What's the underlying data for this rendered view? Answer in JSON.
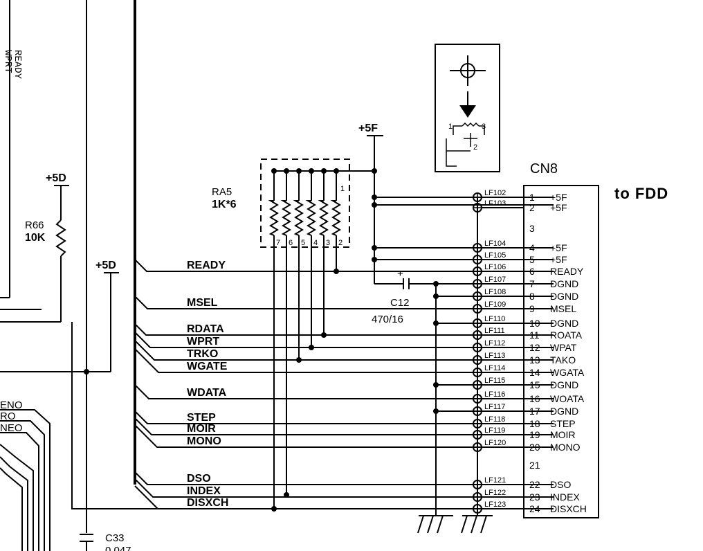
{
  "vertical_labels": {
    "wprt": "WPRT",
    "ready": "READY"
  },
  "power": {
    "p5d_1": "+5D",
    "p5d_2": "+5D",
    "p5f": "+5F"
  },
  "resistor_r66": {
    "ref": "R66",
    "value": "10K"
  },
  "resistor_array": {
    "ref": "RA5",
    "value": "1K*6",
    "pins": [
      "7",
      "6",
      "5",
      "4",
      "3",
      "2"
    ],
    "pin1": "1"
  },
  "capacitor_c12": {
    "ref": "C12",
    "value": "470/16"
  },
  "capacitor_c33": {
    "ref": "C33",
    "value": "0.047"
  },
  "connector": {
    "ref": "CN8",
    "target": "to FDD"
  },
  "signals": [
    {
      "name": "READY"
    },
    {
      "name": "MSEL"
    },
    {
      "name": "RDATA"
    },
    {
      "name": "WPRT"
    },
    {
      "name": "TRKO"
    },
    {
      "name": "WGATE"
    },
    {
      "name": "WDATA"
    },
    {
      "name": "STEP"
    },
    {
      "name": "MOIR"
    },
    {
      "name": "MONO"
    },
    {
      "name": "DSO"
    },
    {
      "name": "INDEX"
    },
    {
      "name": "DISXCH"
    }
  ],
  "left_fragments": [
    "ENO",
    "RO",
    "NEO"
  ],
  "filters": [
    "LF102",
    "LF103",
    "LF104",
    "LF105",
    "LF106",
    "LF107",
    "LF108",
    "LF109",
    "LF110",
    "LF111",
    "LF112",
    "LF113",
    "LF114",
    "LF115",
    "LF116",
    "LF117",
    "LF118",
    "LF119",
    "LF120",
    "LF121",
    "LF122",
    "LF123"
  ],
  "pins": [
    {
      "num": "1",
      "name": "+5F"
    },
    {
      "num": "2",
      "name": "+5F"
    },
    {
      "num": "3",
      "name": ""
    },
    {
      "num": "4",
      "name": "+5F"
    },
    {
      "num": "5",
      "name": "+5F"
    },
    {
      "num": "6",
      "name": "READY"
    },
    {
      "num": "7",
      "name": "DGND"
    },
    {
      "num": "8",
      "name": "DGND"
    },
    {
      "num": "9",
      "name": "MSEL"
    },
    {
      "num": "10",
      "name": "DGND"
    },
    {
      "num": "11",
      "name": "ROATA"
    },
    {
      "num": "12",
      "name": "WPAT"
    },
    {
      "num": "13",
      "name": "TAKO"
    },
    {
      "num": "14",
      "name": "WGATA"
    },
    {
      "num": "15",
      "name": "DGND"
    },
    {
      "num": "16",
      "name": "WOATA"
    },
    {
      "num": "17",
      "name": "DGND"
    },
    {
      "num": "18",
      "name": "STEP"
    },
    {
      "num": "19",
      "name": "MOIR"
    },
    {
      "num": "20",
      "name": "MONO"
    },
    {
      "num": "21",
      "name": ""
    },
    {
      "num": "22",
      "name": "DSO"
    },
    {
      "num": "23",
      "name": "INDEX"
    },
    {
      "num": "24",
      "name": "DISXCH"
    }
  ],
  "inset": {
    "pin_left": "1",
    "pin_right": "3",
    "pin_bottom": "2"
  }
}
